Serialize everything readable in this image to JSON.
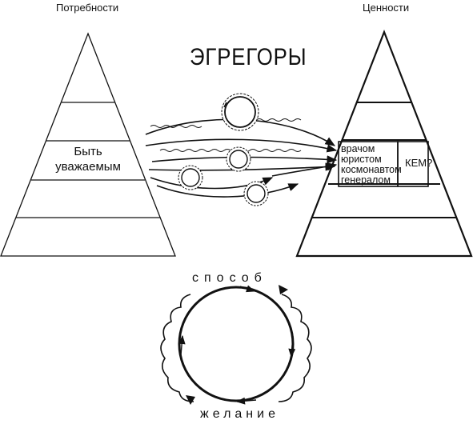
{
  "titles": {
    "left": "Потребности",
    "right": "Ценности",
    "center": "ЭГРЕГОРЫ"
  },
  "needs_pyramid": {
    "highlighted_level": "Быть уважаемым"
  },
  "values_pyramid": {
    "professions": [
      "врачом",
      "юристом",
      "космонавтом",
      "генералом"
    ],
    "question": "КЕМ?"
  },
  "cycle": {
    "top_word": "способ",
    "bottom_word": "желание"
  }
}
